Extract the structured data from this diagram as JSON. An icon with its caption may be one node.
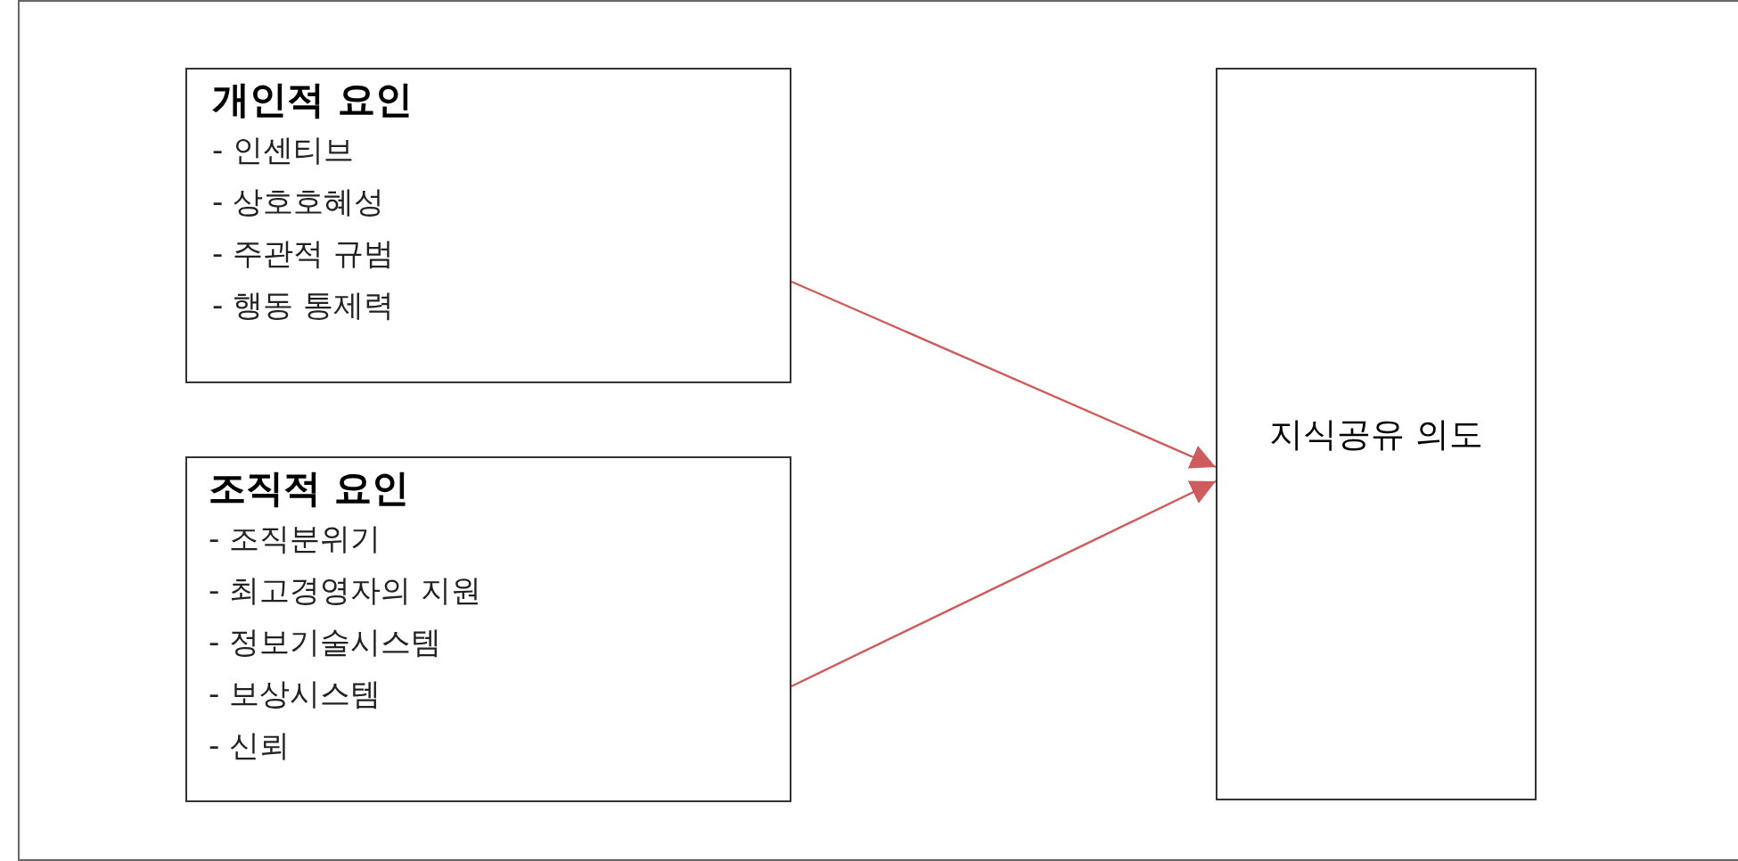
{
  "diagram": {
    "nodes": [
      {
        "text": [
          "개인적 요인",
          "-  인센티브",
          "-  상호호혜성",
          "-  주관적 규범",
          "-  행동 통제력"
        ]
      },
      {
        "text": [
          "조직적 요인",
          "- 조직분위기",
          "- 최고경영자의 지원",
          "- 정보기술시스템",
          "- 보상시스템",
          "- 신뢰"
        ]
      },
      {
        "text": [
          "지식공유 의도"
        ]
      }
    ],
    "edges": [
      {
        "from": 0,
        "to": 2,
        "arrow": "to",
        "color": "#cd5c5c"
      },
      {
        "from": 1,
        "to": 2,
        "arrow": "to",
        "color": "#cd5c5c"
      }
    ]
  }
}
